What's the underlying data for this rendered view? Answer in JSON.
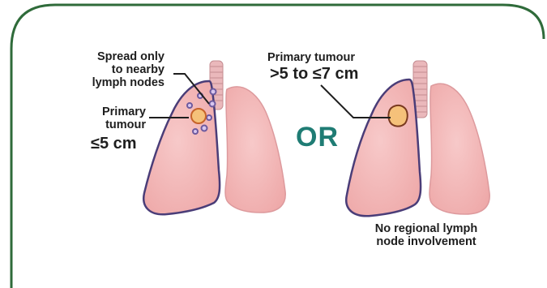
{
  "left_panel": {
    "spread_label": [
      "Spread only",
      "to nearby",
      "lymph nodes"
    ],
    "primary_label": [
      "Primary",
      "tumour"
    ],
    "size_label": "≤5 cm"
  },
  "right_panel": {
    "primary_label": "Primary tumour",
    "size_label": ">5 to ≤7 cm",
    "node_label": [
      "No regional lymph",
      "node involvement"
    ]
  },
  "connector": "OR",
  "colors": {
    "frame": "#2f6b3a",
    "lung_fill": "#f2b3b3",
    "lung_outline_highlight": "#4a3d78",
    "tumour": "#f5c17a",
    "or_text": "#1f7c74",
    "lymph_node": "#6d5a9e"
  }
}
